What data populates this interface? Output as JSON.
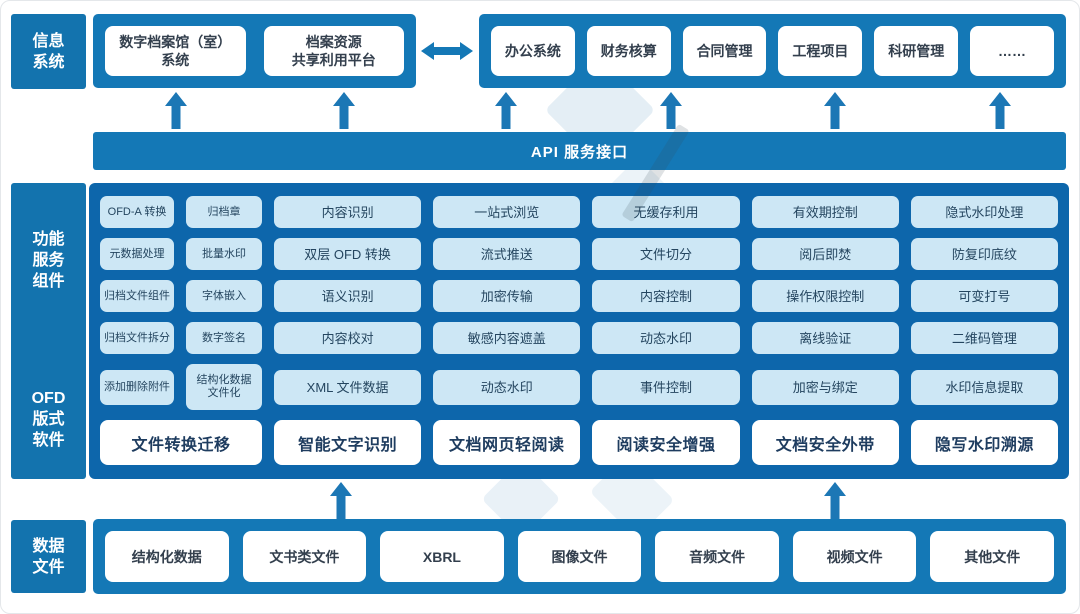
{
  "colors": {
    "container_blue": "#1478B6",
    "mid_container_blue": "#0D66AB",
    "side_label_blue": "#1373AE",
    "item_fill": "#CDE7F5",
    "item_text": "#24455F",
    "title_text": "#1E3C5F",
    "arrow_blue": "#1C77B5"
  },
  "icons": {
    "up_arrow": "up-arrow",
    "double_arrow": "double-horizontal-arrow"
  },
  "info_systems": {
    "side_label_lines": [
      "信息",
      "系统"
    ],
    "archive_group": {
      "boxes": [
        {
          "line1": "数字档案馆（室）",
          "line2": "系统"
        },
        {
          "line1": "档案资源",
          "line2": "共享利用平台"
        }
      ]
    },
    "business_group": {
      "boxes": [
        "办公系统",
        "财务核算",
        "合同管理",
        "工程项目",
        "科研管理",
        "……"
      ]
    }
  },
  "api_bar": {
    "label": "API 服务接口"
  },
  "components": {
    "side_label_top_lines": [
      "功能",
      "服务",
      "组件"
    ],
    "side_label_bottom_lines": [
      "OFD",
      "版式",
      "软件"
    ],
    "groups": [
      {
        "title": "文件转换迁移",
        "colA": [
          "OFD-A 转换",
          "元数据处理",
          "归档文件组件",
          "归档文件拆分",
          "添加删除附件"
        ],
        "colB": [
          "归档章",
          "批量水印",
          "字体嵌入",
          "数字签名"
        ],
        "colB_tall": {
          "line1": "结构化数据",
          "line2": "文件化"
        }
      },
      {
        "title": "智能文字识别",
        "items": [
          "内容识别",
          "双层 OFD 转换",
          "语义识别",
          "内容校对",
          "XML 文件数据"
        ]
      },
      {
        "title": "文档网页轻阅读",
        "items": [
          "一站式浏览",
          "流式推送",
          "加密传输",
          "敏感内容遮盖",
          "动态水印"
        ]
      },
      {
        "title": "阅读安全增强",
        "items": [
          "无缓存利用",
          "文件切分",
          "内容控制",
          "动态水印",
          "事件控制"
        ]
      },
      {
        "title": "文档安全外带",
        "items": [
          "有效期控制",
          "阅后即焚",
          "操作权限控制",
          "离线验证",
          "加密与绑定"
        ]
      },
      {
        "title": "隐写水印溯源",
        "items": [
          "隐式水印处理",
          "防复印底纹",
          "可变打号",
          "二维码管理",
          "水印信息提取"
        ]
      }
    ]
  },
  "data_files": {
    "side_label_lines": [
      "数据",
      "文件"
    ],
    "boxes": [
      "结构化数据",
      "文书类文件",
      "XBRL",
      "图像文件",
      "音频文件",
      "视频文件",
      "其他文件"
    ]
  }
}
